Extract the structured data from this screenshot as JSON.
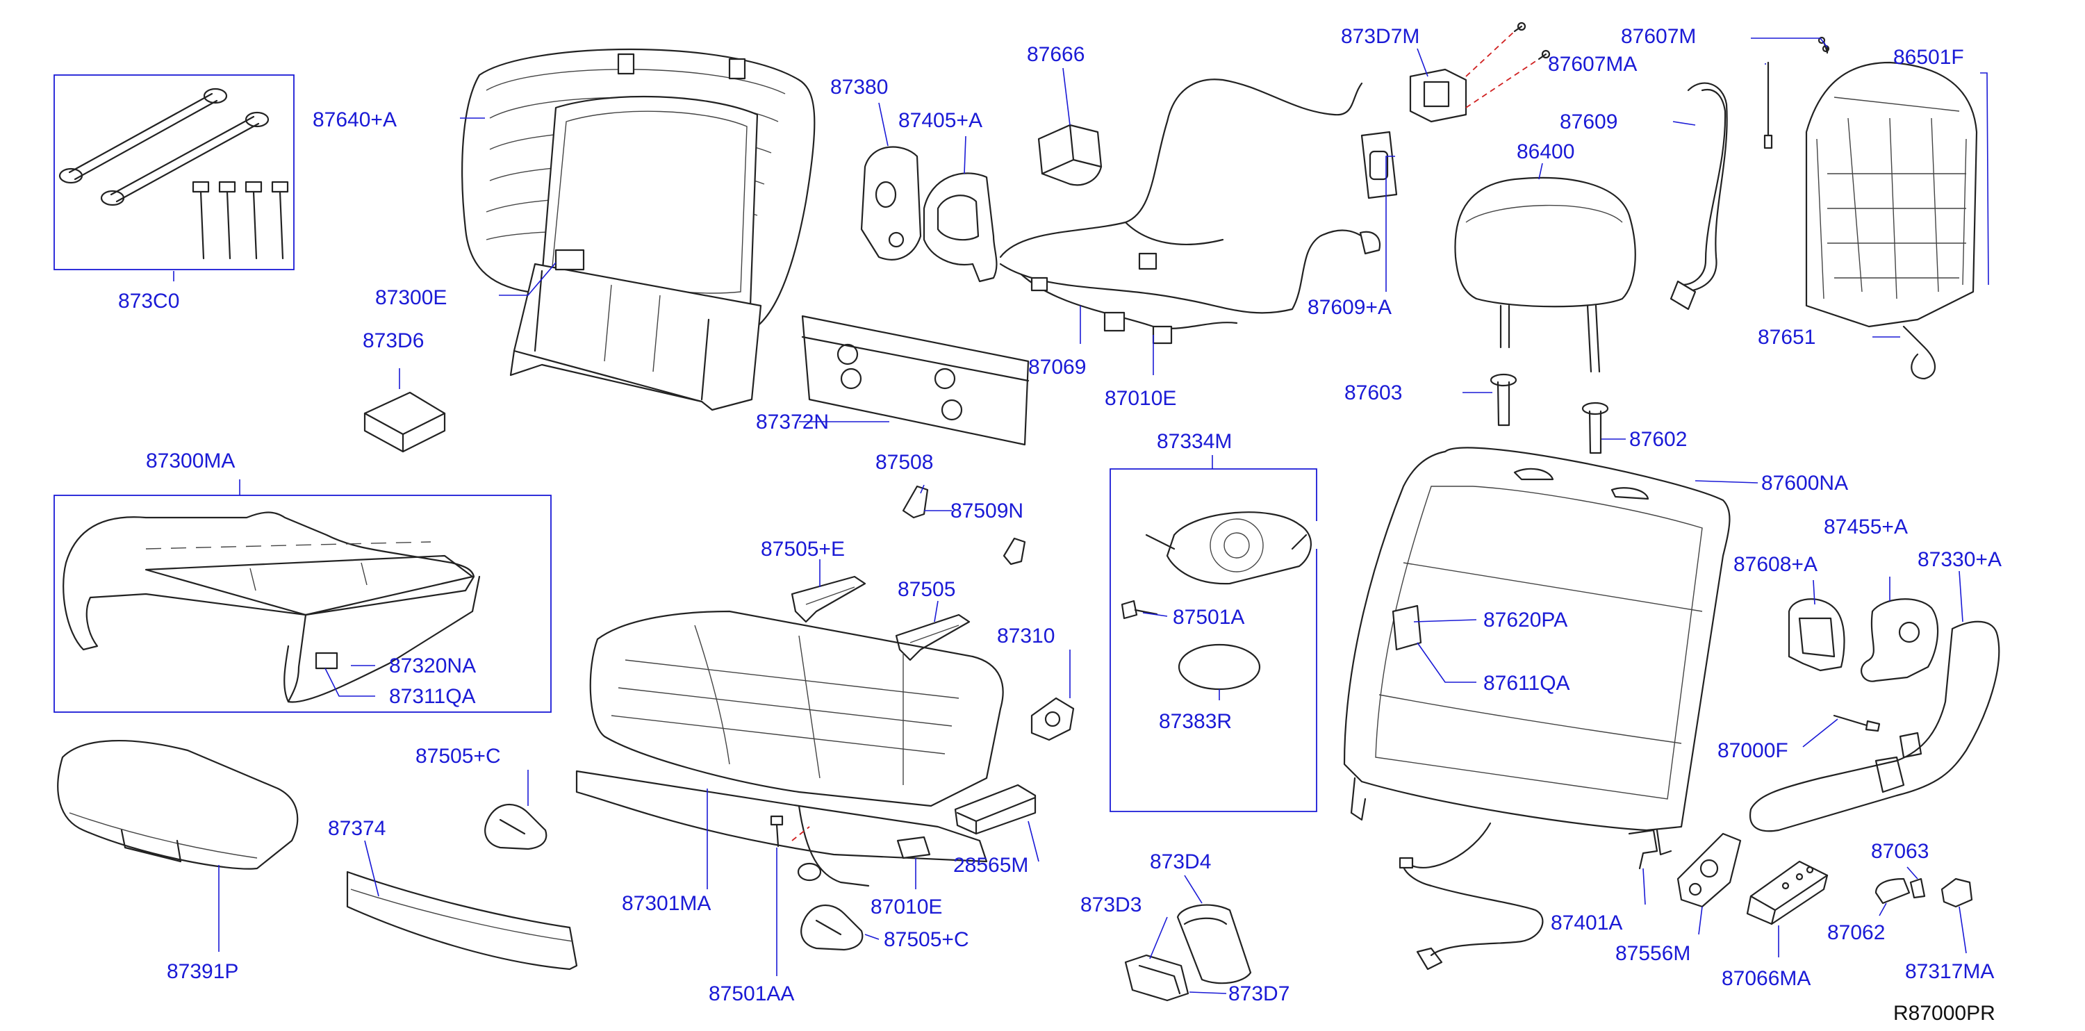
{
  "diagram_ref": "R87000PR",
  "colors": {
    "label": "#1a1ad6",
    "part_stroke": "#222222",
    "fastener_dash": "#d02020",
    "background": "#ffffff"
  },
  "labels": {
    "p87640A": "87640+A",
    "p873C0": "873C0",
    "p87300E": "87300E",
    "p873D6": "873D6",
    "p87300MA": "87300MA",
    "p87320NA": "87320NA",
    "p87311QA": "87311QA",
    "p87391P": "87391P",
    "p87374": "87374",
    "p87380": "87380",
    "p87405A": "87405+A",
    "p87666": "87666",
    "p87069": "87069",
    "p87010E_a": "87010E",
    "p87372N": "87372N",
    "p873D7M": "873D7M",
    "p87607M": "87607M",
    "p87607MA": "87607MA",
    "p87609": "87609",
    "p86400": "86400",
    "p86501F": "86501F",
    "p87651": "87651",
    "p87609A": "87609+A",
    "p87603": "87603",
    "p87602": "87602",
    "p87600NA": "87600NA",
    "p87508": "87508",
    "p87509N": "87509N",
    "p87505E": "87505+E",
    "p87505": "87505",
    "p87310": "87310",
    "p87505C_a": "87505+C",
    "p87301MA": "87301MA",
    "p87501AA": "87501AA",
    "p87010E_b": "87010E",
    "p28565M": "28565M",
    "p87505C_b": "87505+C",
    "p87334M": "87334M",
    "p87501A": "87501A",
    "p87383R": "87383R",
    "p873D4": "873D4",
    "p873D3": "873D3",
    "p873D7": "873D7",
    "p87620PA": "87620PA",
    "p87611QA": "87611QA",
    "p87608A": "87608+A",
    "p87455A": "87455+A",
    "p87330A": "87330+A",
    "p87000F": "87000F",
    "p87401A": "87401A",
    "p87556M": "87556M",
    "p87066MA": "87066MA",
    "p87063": "87063",
    "p87062": "87062",
    "p87317MA": "87317MA"
  }
}
